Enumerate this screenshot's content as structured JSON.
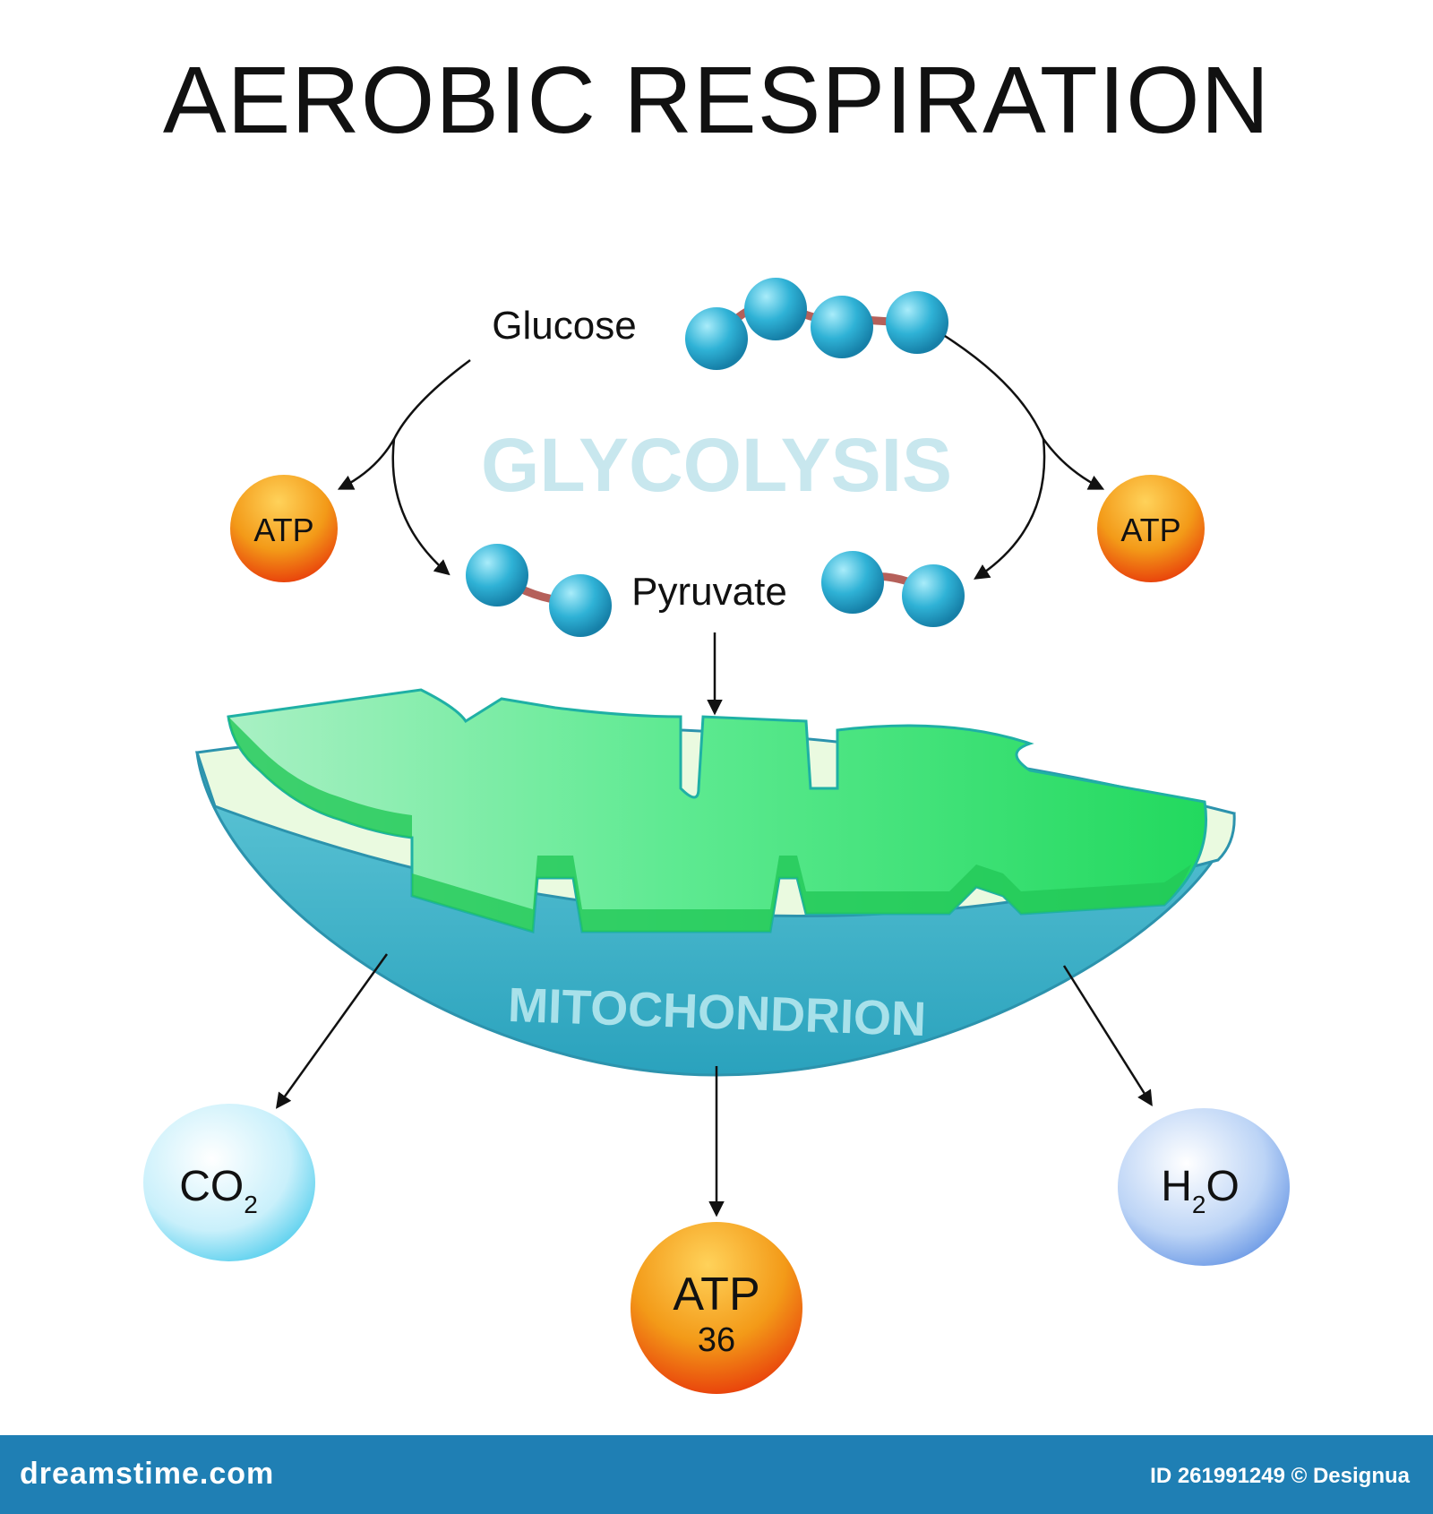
{
  "title": "AEROBIC RESPIRATION",
  "labels": {
    "glucose": "Glucose",
    "glycolysis": "GLYCOLYSIS",
    "pyruvate": "Pyruvate",
    "mitochondrion": "MITOCHONDRION"
  },
  "atp_left": "ATP",
  "atp_right": "ATP",
  "atp_bottom": {
    "label": "ATP",
    "count": "36"
  },
  "co2": {
    "main": "CO",
    "sub": "2"
  },
  "h2o": {
    "pre": "H",
    "sub": "2",
    "post": "O"
  },
  "footer": {
    "site": "dreamstime.com",
    "id_credit": "ID 261991249 © Designua"
  },
  "colors": {
    "molecule": "#2fb2d6",
    "bond": "#b5605a",
    "atp": "#f39a18",
    "mito_outer": "#3fb4c8",
    "mito_crista": "#34e070",
    "co2": "#bdeaf6",
    "h2o": "#a9c6f0",
    "footer": "#1f7fb4"
  }
}
